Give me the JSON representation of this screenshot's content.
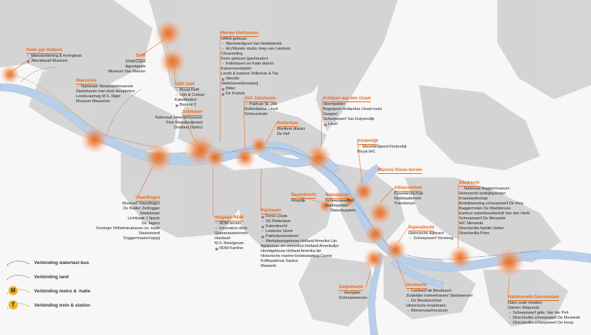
{
  "colors": {
    "land": "#f7f7f7",
    "urban": "#cfcfcf",
    "water": "#b9cfe9",
    "accent": "#e8681e",
    "ferry": "#5b7fb5",
    "land_link": "#9d79a6",
    "metro": "#c7a92a",
    "train": "#c7a92a"
  },
  "legend": {
    "items": [
      {
        "icon": "ferry-route-icon",
        "label": "Verbinding watertaxi-bus"
      },
      {
        "icon": "land-route-icon",
        "label": "Verbinding land"
      },
      {
        "icon": "metro-icon",
        "badge": "M",
        "label": "Verbinding metro & -halte"
      },
      {
        "icon": "train-icon",
        "badge": "T",
        "label": "Verbinding trein & station"
      }
    ]
  },
  "areas": [
    {
      "id": "hoek",
      "title": "Hoek van Holland",
      "items": [
        "Maeslantkering & Keringhuis",
        "Atlantikwall Museum"
      ]
    },
    {
      "id": "delft",
      "title": "Delft",
      "items": [
        "DSM/Calvé",
        "Agnetapark",
        "Museum Van Marken"
      ]
    },
    {
      "id": "maassluis",
      "title": "Maassluis",
      "items": [
        "Nationaal Sleepvaartmuseum",
        "Stadshaven met vloot sleepboten",
        "Loodsvaartuig M.S. Rigel",
        "Museum Maassluis"
      ]
    },
    {
      "id": "delftzuid",
      "title": "Delft Zuid",
      "items": [
        "Royal Delft",
        "Lijm & Cultuur",
        "Kabeldistrict",
        "Bacinol 2"
      ]
    },
    {
      "id": "merwe",
      "title": "Merwe-Vierhavens",
      "items": [
        "HAKA gebouw",
        "Werelderfgoed Van Nellefabriek",
        "ALVMundo studio Joep van Lieshout",
        "Citrusveiling",
        "Ferro gebouw (gashouder)",
        "Keilehaven en Keile district",
        "Katoenveemplein",
        "Loods & kantoor Velleman & Tas",
        "Weelde",
        "Stadshavenbrouwerij",
        "Bitter",
        "De Fruitvis"
      ]
    },
    {
      "id": "schiedam",
      "title": "Schiedam",
      "items": [
        "Nationaal Jenevermuseum",
        "Park Maasboulevard",
        "Distillery District"
      ]
    },
    {
      "id": "sintjob",
      "title": "Sint Jobshaven",
      "items": [
        "Pakhuis St. Job",
        "Rotterdamse Lloyd",
        "Schecentrale"
      ]
    },
    {
      "id": "krimpen",
      "title": "Krimpen aan den IJssel",
      "items": [
        "Stormpolder",
        "Begrepunt Hollandse IJssel-route",
        "Zaagsel",
        "Scheepswerf Van Duijvendijk",
        "Leuk!"
      ]
    },
    {
      "id": "rotterdam",
      "title": "Rotterdam",
      "items": [
        "Maritiem district",
        "De Hef"
      ]
    },
    {
      "id": "kinderdijk",
      "title": "Kinderdijk",
      "items": [
        "Werelderfgoed Kinderdijk",
        "Royal IHC"
      ]
    },
    {
      "id": "marconi",
      "title": "Marconi Kloos-terrein",
      "items": []
    },
    {
      "id": "vlaardingen",
      "title": "Vlaardingen",
      "items": [
        "Museum Vlaardingen",
        "De Balder Zeilrogger",
        "Stadskraan",
        "Lichtbaak 't Speyk",
        "De Jagers",
        "Koningin Wilhelminahaven en -kade",
        "Stadsstrand",
        "Doggermaatschappij"
      ]
    },
    {
      "id": "alblasserdam",
      "title": "Alblasserdam",
      "items": [
        "Kraanlandschap",
        "Nedstaalterrein",
        "Transferium"
      ]
    },
    {
      "id": "sliedrecht",
      "title": "Sliedrecht",
      "items": [
        "Nationaal Baggermuseum",
        "Historische bedrijfspanden",
        "Kraanlandschap",
        "Bedrijfswoning scheepswerf De Klop",
        "Baggermolen De Waddenzee",
        "Kantoor waterbouwbedrijf Van den Herik",
        "Scheepswerf De Merwede",
        "IHC Merwede",
        "Directievilla familie Volker",
        "Directievilla Prins"
      ]
    },
    {
      "id": "barendrecht",
      "title": "Barendrecht",
      "items": [
        "Ringdijk"
      ]
    },
    {
      "id": "noordoever",
      "title": "Noordoever",
      "items": [
        "Scheepswerfhof",
        "Sophiapolder",
        "Waterbusplein"
      ]
    },
    {
      "id": "heijplaat",
      "title": "Heijplaat-RDM",
      "items": [
        "RDM terrein",
        "Innovation dock",
        "Quarantaineterrein",
        "Huisbaat",
        "M.S. Betelgeuze",
        "RDM Kantine"
      ]
    },
    {
      "id": "rijnhaven",
      "title": "Rijnhaven",
      "items": [
        "Fenix Loods",
        "SS Rotterdam",
        "Katendrecht",
        "Leidsche Veem",
        "Pakhuismeesteren",
        "Werkplaatsgebouw Holland Amerika Lijn",
        "Aankomst- en vertrekhal Holland Amerikalijn",
        "Hoofdgebouw Holland Amerika lijn",
        "Historische marine-loodswaartuig Castor",
        "Koffiepakhuis Santos",
        "Maassilo"
      ]
    },
    {
      "id": "papendrecht",
      "title": "Papendrecht",
      "items": [
        "Historische dijktracé",
        "Scheepswerf Versteeg"
      ]
    },
    {
      "id": "zwijndrecht",
      "title": "Zwijndrecht",
      "items": [
        "Veerplein",
        "Scheepswerven"
      ]
    },
    {
      "id": "dordrecht",
      "title": "Dordrecht",
      "items": [
        "Leefwerf de Biesbosch",
        "Zuidelijke insteekhaven/ Stadswerven",
        "De Biesboschhal",
        "Historische kraanbaan",
        "Binnenvaartmuseum"
      ]
    },
    {
      "id": "hardinxveld",
      "title": "Hardinxveld-Giessendam",
      "items": [
        "Dalm oude metalen",
        "Damen Shipyards",
        "Scheepswerf gebr. Van der Pelt",
        "Directievilla scheepswerf De Merwede",
        "Directievilla scheepswerf De Hoop"
      ]
    }
  ]
}
